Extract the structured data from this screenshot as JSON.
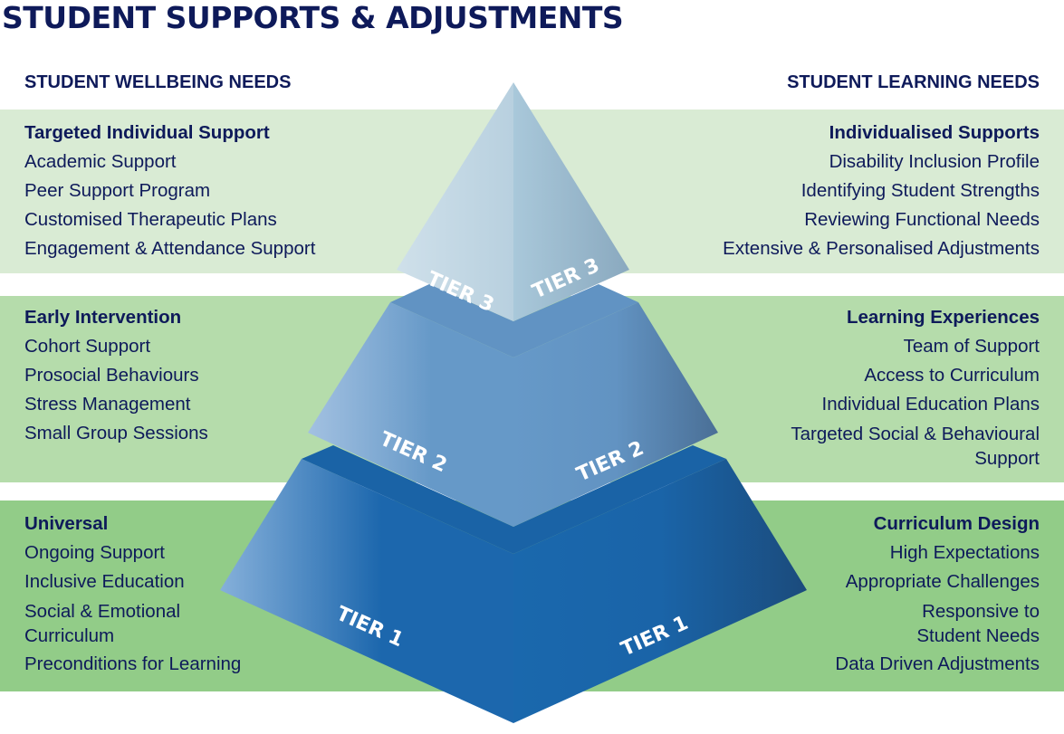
{
  "title": "STUDENT SUPPORTS & ADJUSTMENTS",
  "left_heading": "STUDENT WELLBEING NEEDS",
  "right_heading": "STUDENT LEARNING NEEDS",
  "tiers": [
    {
      "label": "TIER 3",
      "left": {
        "heading": "Targeted Individual Support",
        "items": [
          "Academic Support",
          "Peer Support Program",
          "Customised Therapeutic Plans",
          "Engagement & Attendance Support"
        ]
      },
      "right": {
        "heading": "Individualised Supports",
        "items": [
          "Disability Inclusion Profile",
          "Identifying Student Strengths",
          "Reviewing Functional Needs",
          "Extensive & Personalised Adjustments"
        ]
      }
    },
    {
      "label": "TIER 2",
      "left": {
        "heading": "Early Intervention",
        "items": [
          "Cohort Support",
          "Prosocial Behaviours",
          "Stress Management",
          "Small Group Sessions"
        ]
      },
      "right": {
        "heading": "Learning Experiences",
        "items": [
          "Team of Support",
          "Access to Curriculum",
          "Individual Education Plans",
          "Targeted Social & Behavioural Support"
        ]
      }
    },
    {
      "label": "TIER 1",
      "left": {
        "heading": "Universal",
        "items": [
          "Ongoing Support",
          "Inclusive Education",
          "Social & Emotional Curriculum",
          "Preconditions for Learning"
        ]
      },
      "right": {
        "heading": "Curriculum Design",
        "items": [
          "High Expectations",
          "Appropriate Challenges",
          "Responsive to Student Needs",
          "Data Driven Adjustments"
        ]
      }
    }
  ],
  "colors": {
    "text": "#0e1a5a",
    "band_tier3": "#d9ebd4",
    "band_tier2": "#b5dcab",
    "band_tier1": "#92cc88"
  }
}
